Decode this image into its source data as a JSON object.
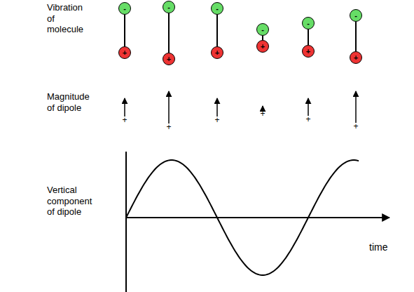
{
  "diagram": {
    "nodes": [
      {
        "text": [
          "-"
        ]
      },
      {
        "text": [
          "+"
        ]
      },
      {
        "text": [
          "-"
        ]
      },
      {
        "text": [
          "+"
        ]
      },
      {
        "text": [
          "-"
        ]
      },
      {
        "text": [
          "+"
        ]
      },
      {
        "text": [
          "-"
        ]
      },
      {
        "text": [
          "+"
        ]
      },
      {
        "text": [
          "-"
        ]
      },
      {
        "text": [
          "+"
        ]
      },
      {
        "text": [
          "-"
        ]
      },
      {
        "text": [
          "+"
        ]
      }
    ],
    "edges": [
      {
        "from": 0,
        "to": 1,
        "arrow": "none"
      },
      {
        "from": 2,
        "to": 3,
        "arrow": "none"
      },
      {
        "from": 4,
        "to": 5,
        "arrow": "none"
      },
      {
        "from": 6,
        "to": 7,
        "arrow": "none"
      },
      {
        "from": 8,
        "to": 9,
        "arrow": "none"
      },
      {
        "from": 10,
        "to": 11,
        "arrow": "none"
      }
    ],
    "labels": [
      "Vibration of molecule",
      "Magnitude of dipole",
      "Vertical component of dipole",
      "time",
      "+",
      "+",
      "+",
      "+",
      "+",
      "+"
    ]
  }
}
